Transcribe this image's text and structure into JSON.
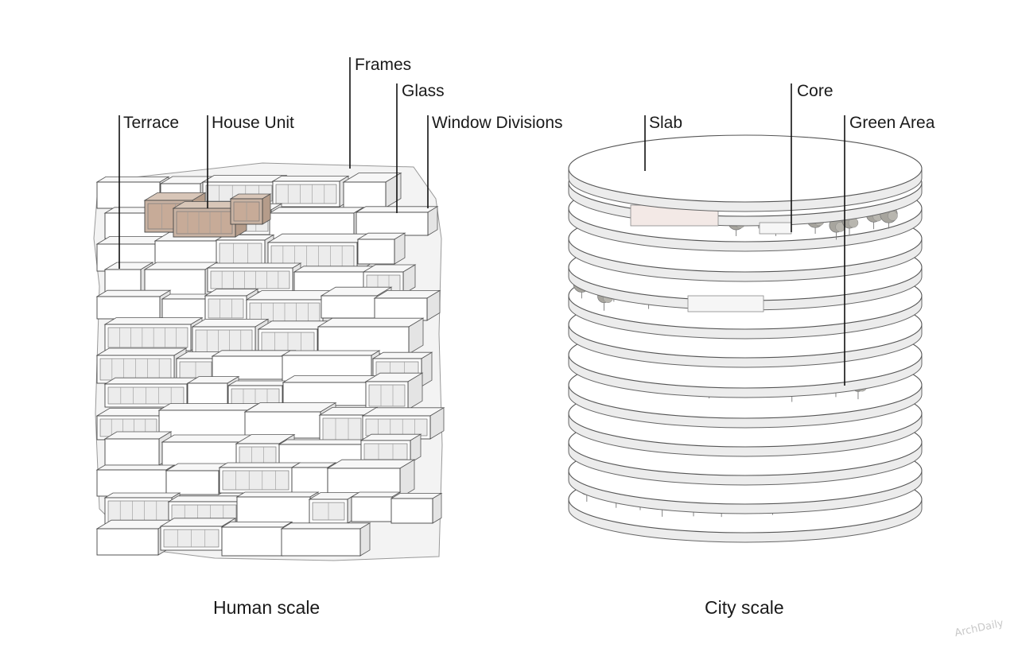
{
  "left_diagram": {
    "labels": {
      "terrace": "Terrace",
      "house_unit": "House Unit",
      "frames": "Frames",
      "glass": "Glass",
      "window_divisions": "Window Divisions"
    },
    "caption": "Human scale",
    "highlight_color": "#c9b3a3"
  },
  "right_diagram": {
    "labels": {
      "slab": "Slab",
      "core": "Core",
      "green_area": "Green Area"
    },
    "caption": "City scale",
    "tree_color": "#a7a59e"
  },
  "watermark": "ArchDaily"
}
